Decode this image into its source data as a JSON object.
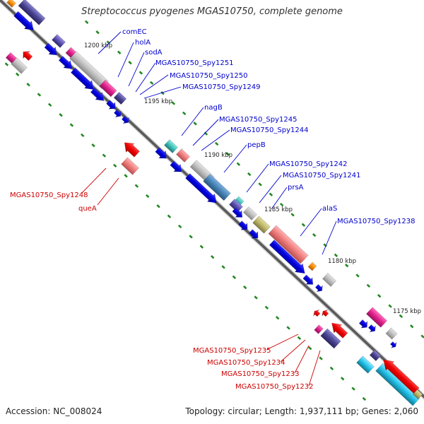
{
  "title": "Streptococcus pyogenes MGAS10750, complete genome",
  "footer": {
    "accession": "Accession: NC_008024",
    "summary": "Topology: circular; Length: 1,937,111 bp; Genes: 2,060"
  },
  "ticks": [
    "1200 kbp",
    "1195 kbp",
    "1190 kbp",
    "1185 kbp",
    "1180 kbp",
    "1175 kbp"
  ],
  "labels_forward": [
    "comEC",
    "holA",
    "sodA",
    "MGAS10750_Spy1251",
    "MGAS10750_Spy1250",
    "MGAS10750_Spy1249",
    "nagB",
    "MGAS10750_Spy1245",
    "MGAS10750_Spy1244",
    "pepB",
    "MGAS10750_Spy1242",
    "MGAS10750_Spy1241",
    "prsA",
    "alaS",
    "MGAS10750_Spy1238"
  ],
  "labels_reverse": [
    "MGAS10750_Spy1248",
    "queA",
    "MGAS10750_Spy1235",
    "MGAS10750_Spy1234",
    "MGAS10750_Spy1233",
    "MGAS10750_Spy1232"
  ],
  "colors": {
    "label_forward": "#0000cc",
    "label_reverse": "#cc0000",
    "tick_dots": "#228822",
    "backbone": "#777777"
  }
}
